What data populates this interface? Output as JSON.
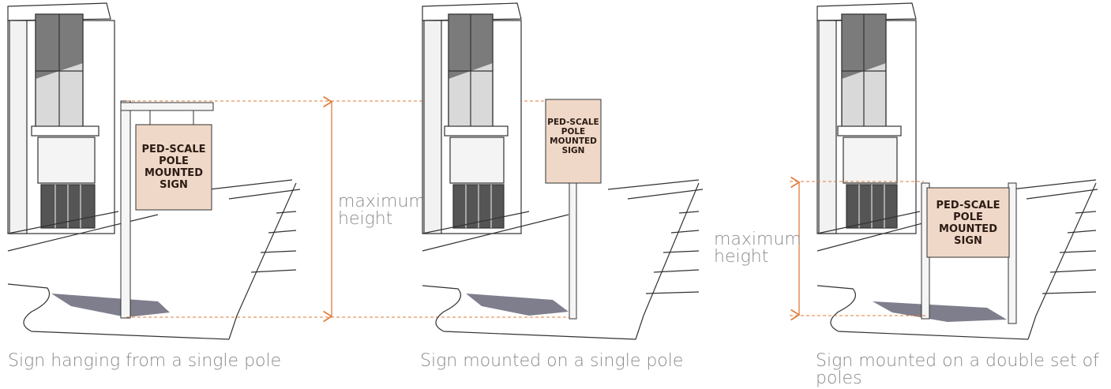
{
  "colors": {
    "sign_fill": "#f0d8c8",
    "dimension": "#e07b39",
    "line": "#333333",
    "shadow": "#7e7e8c",
    "caption": "#8a8a8a"
  },
  "panels": [
    {
      "sign_lines": [
        "PED-SCALE",
        "POLE",
        "MOUNTED",
        "SIGN"
      ],
      "caption": "Sign hanging from a single pole"
    },
    {
      "sign_lines": [
        "PED-SCALE",
        "POLE",
        "MOUNTED",
        "SIGN"
      ],
      "caption": "Sign mounted on a single pole"
    },
    {
      "sign_lines": [
        "PED-SCALE",
        "POLE",
        "MOUNTED",
        "SIGN"
      ],
      "caption": "Sign mounted on a double set of poles"
    }
  ],
  "dimensions": [
    {
      "label_lines": [
        "maximum",
        "height"
      ]
    },
    {
      "label_lines": [
        "maximum",
        "height"
      ]
    }
  ]
}
